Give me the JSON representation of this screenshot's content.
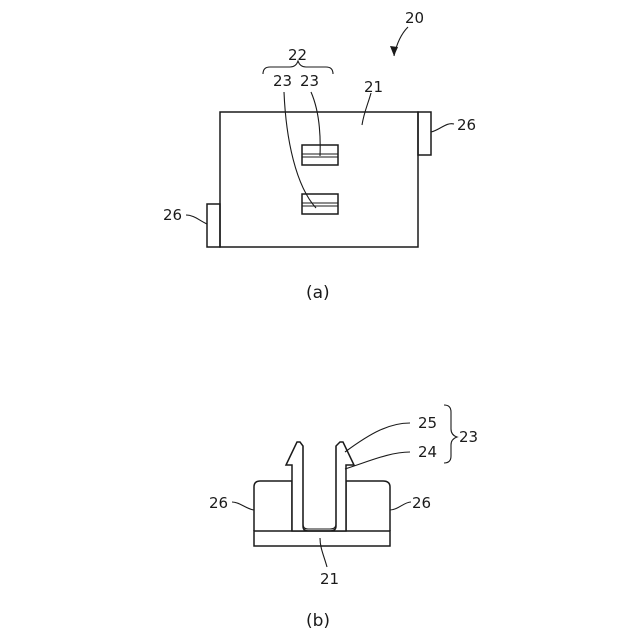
{
  "figure_a": {
    "ref_device": "20",
    "ref_group": "22",
    "ref_slot_left": "23",
    "ref_slot_right": "23",
    "ref_body": "21",
    "ref_tab_right": "26",
    "ref_tab_left": "26",
    "caption": "(a)"
  },
  "figure_b": {
    "ref_25": "25",
    "ref_24": "24",
    "ref_23": "23",
    "ref_tab_left": "26",
    "ref_tab_right": "26",
    "ref_base": "21",
    "caption": "(b)"
  }
}
